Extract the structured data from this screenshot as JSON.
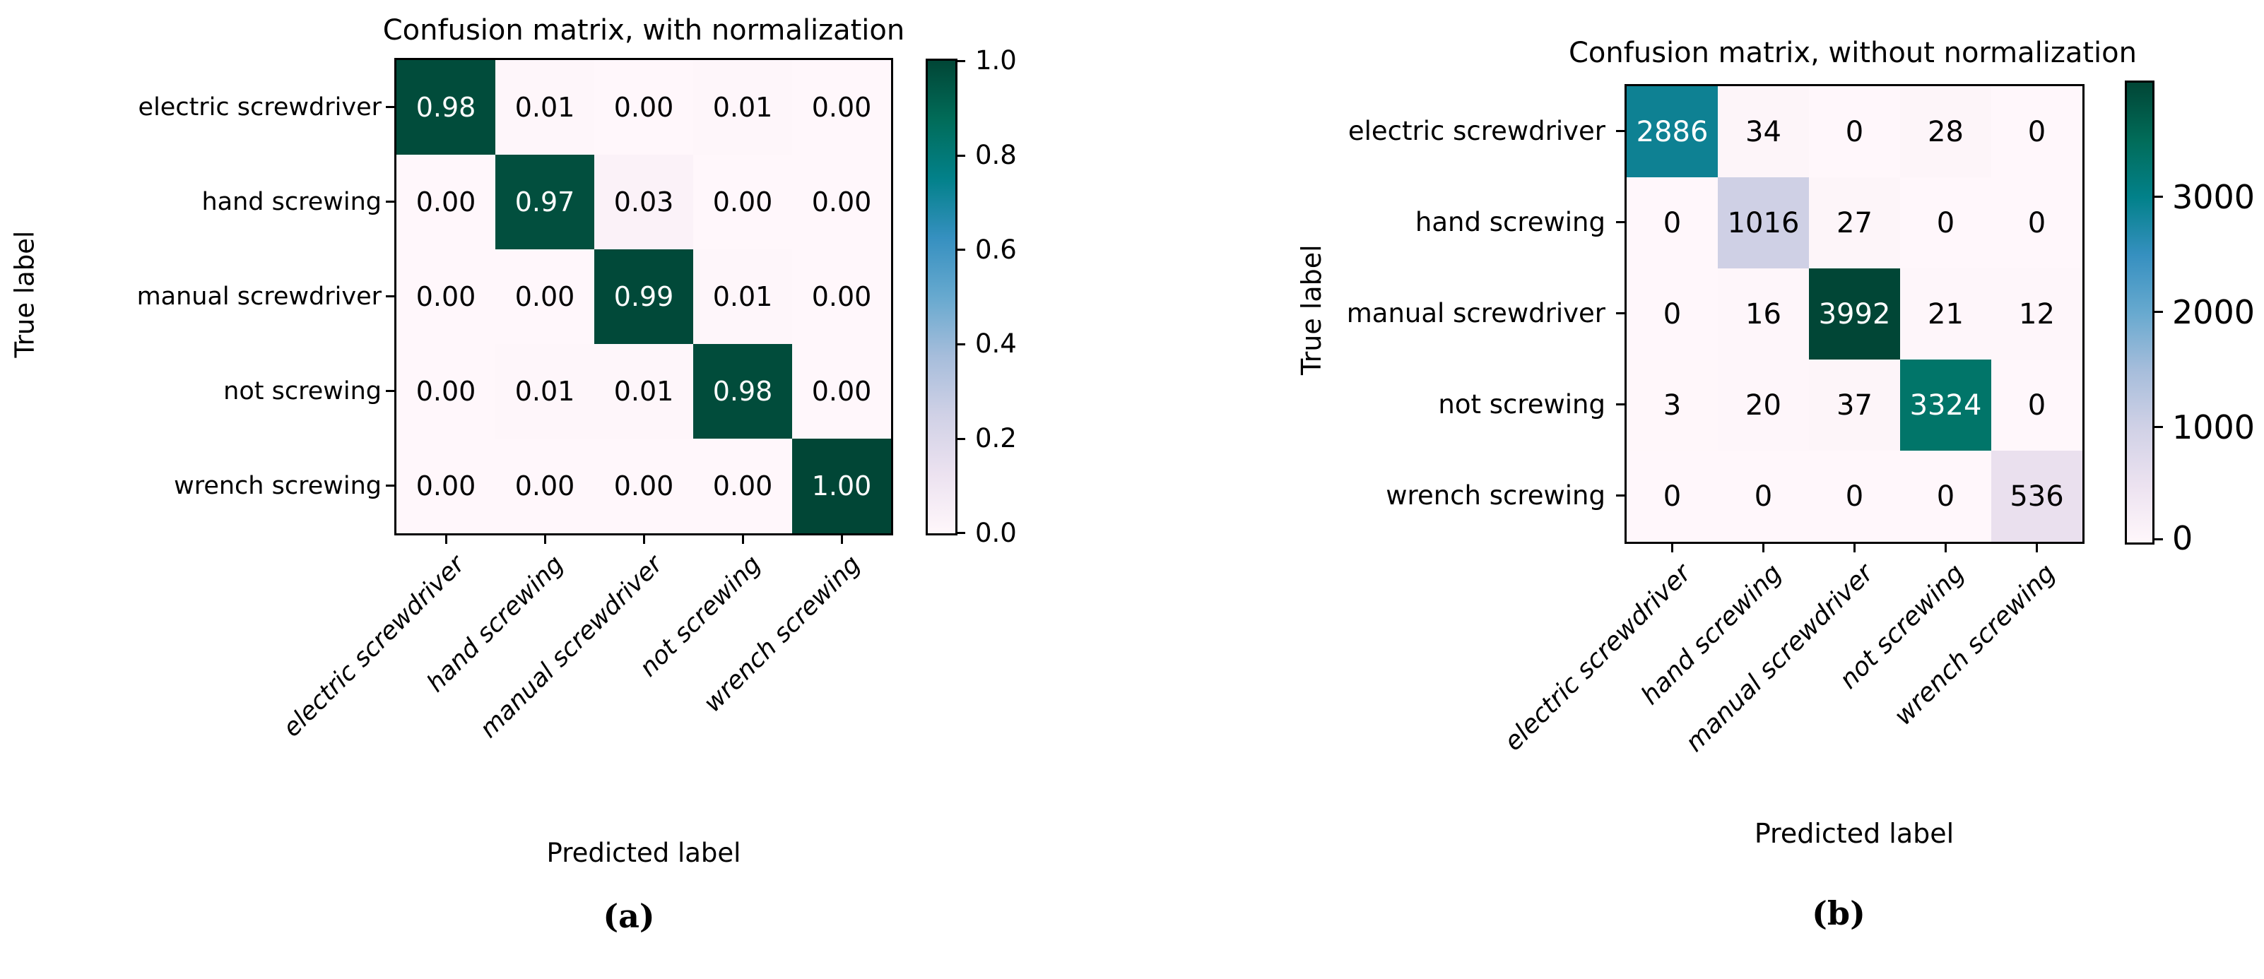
{
  "colormap_stops": [
    "#fff7fb",
    "#ece2f0",
    "#d0d1e6",
    "#a6bddb",
    "#67a9cf",
    "#3690c0",
    "#02818a",
    "#016c59",
    "#014636"
  ],
  "panels": [
    {
      "title": "Confusion matrix, with normalization",
      "xlabel": "Predicted label",
      "ylabel": "True label",
      "caption": "(a)",
      "classes": [
        "electric screwdriver",
        "hand screwing",
        "manual screwdriver",
        "not screwing",
        "wrench screwing"
      ],
      "values": [
        [
          "0.98",
          "0.01",
          "0.00",
          "0.01",
          "0.00"
        ],
        [
          "0.00",
          "0.97",
          "0.03",
          "0.00",
          "0.00"
        ],
        [
          "0.00",
          "0.00",
          "0.99",
          "0.01",
          "0.00"
        ],
        [
          "0.00",
          "0.01",
          "0.01",
          "0.98",
          "0.00"
        ],
        [
          "0.00",
          "0.00",
          "0.00",
          "0.00",
          "1.00"
        ]
      ],
      "bg": [
        [
          "#014c3b",
          "#fef6fa",
          "#fff7fb",
          "#fef6fa",
          "#fff7fb"
        ],
        [
          "#fff7fb",
          "#024f3e",
          "#fbf2f8",
          "#fff7fb",
          "#fff7fb"
        ],
        [
          "#fff7fb",
          "#fff7fb",
          "#014939",
          "#fef6fa",
          "#fff7fb"
        ],
        [
          "#fff7fb",
          "#fef6fa",
          "#fef6fa",
          "#014c3b",
          "#fff7fb"
        ],
        [
          "#fff7fb",
          "#fff7fb",
          "#fff7fb",
          "#fff7fb",
          "#014636"
        ]
      ],
      "fg": [
        [
          "#ffffff",
          "#000000",
          "#000000",
          "#000000",
          "#000000"
        ],
        [
          "#000000",
          "#ffffff",
          "#000000",
          "#000000",
          "#000000"
        ],
        [
          "#000000",
          "#000000",
          "#ffffff",
          "#000000",
          "#000000"
        ],
        [
          "#000000",
          "#000000",
          "#000000",
          "#ffffff",
          "#000000"
        ],
        [
          "#000000",
          "#000000",
          "#000000",
          "#000000",
          "#ffffff"
        ]
      ],
      "colorbar": {
        "ticks": [
          "1.0",
          "0.8",
          "0.6",
          "0.4",
          "0.2",
          "0.0"
        ]
      }
    },
    {
      "title": "Confusion matrix, without normalization",
      "xlabel": "Predicted label",
      "ylabel": "True label",
      "caption": "(b)",
      "classes": [
        "electric screwdriver",
        "hand screwing",
        "manual screwdriver",
        "not screwing",
        "wrench screwing"
      ],
      "values": [
        [
          "2886",
          "34",
          "0",
          "28",
          "0"
        ],
        [
          "0",
          "1016",
          "27",
          "0",
          "0"
        ],
        [
          "0",
          "16",
          "3992",
          "21",
          "12"
        ],
        [
          "3",
          "20",
          "37",
          "3324",
          "0"
        ],
        [
          "0",
          "0",
          "0",
          "0",
          "536"
        ]
      ],
      "bg": [
        [
          "#0e8193",
          "#fdf5f9",
          "#fff7fb",
          "#fdf5f9",
          "#fff7fb"
        ],
        [
          "#fff7fb",
          "#cfd0e5",
          "#fdf5f9",
          "#fff7fb",
          "#fff7fb"
        ],
        [
          "#fff7fb",
          "#fef6fa",
          "#014636",
          "#fef6fa",
          "#fef6fa"
        ],
        [
          "#fff7fa",
          "#fef6fa",
          "#fdf5f9",
          "#017569",
          "#fff7fb"
        ],
        [
          "#fff7fb",
          "#fff7fb",
          "#fff7fb",
          "#fff7fb",
          "#eae0ee"
        ]
      ],
      "fg": [
        [
          "#ffffff",
          "#000000",
          "#000000",
          "#000000",
          "#000000"
        ],
        [
          "#000000",
          "#000000",
          "#000000",
          "#000000",
          "#000000"
        ],
        [
          "#000000",
          "#000000",
          "#ffffff",
          "#000000",
          "#000000"
        ],
        [
          "#000000",
          "#000000",
          "#000000",
          "#ffffff",
          "#000000"
        ],
        [
          "#000000",
          "#000000",
          "#000000",
          "#000000",
          "#000000"
        ]
      ],
      "colorbar": {
        "ticks": [
          "3000",
          "2000",
          "1000",
          "0"
        ]
      }
    }
  ],
  "chart_data": [
    {
      "type": "heatmap",
      "title": "Confusion matrix, with normalization",
      "xlabel": "Predicted label",
      "ylabel": "True label",
      "categories": [
        "electric screwdriver",
        "hand screwing",
        "manual screwdriver",
        "not screwing",
        "wrench screwing"
      ],
      "matrix": [
        [
          0.98,
          0.01,
          0.0,
          0.01,
          0.0
        ],
        [
          0.0,
          0.97,
          0.03,
          0.0,
          0.0
        ],
        [
          0.0,
          0.0,
          0.99,
          0.01,
          0.0
        ],
        [
          0.0,
          0.01,
          0.01,
          0.98,
          0.0
        ],
        [
          0.0,
          0.0,
          0.0,
          0.0,
          1.0
        ]
      ],
      "vmin": 0,
      "vmax": 1.0,
      "colorbar_ticks": [
        0.0,
        0.2,
        0.4,
        0.6,
        0.8,
        1.0
      ],
      "colormap": "PuBuGn",
      "legend_position": "right-colorbar"
    },
    {
      "type": "heatmap",
      "title": "Confusion matrix, without normalization",
      "xlabel": "Predicted label",
      "ylabel": "True label",
      "categories": [
        "electric screwdriver",
        "hand screwing",
        "manual screwdriver",
        "not screwing",
        "wrench screwing"
      ],
      "matrix": [
        [
          2886,
          34,
          0,
          28,
          0
        ],
        [
          0,
          1016,
          27,
          0,
          0
        ],
        [
          0,
          16,
          3992,
          21,
          12
        ],
        [
          3,
          20,
          37,
          3324,
          0
        ],
        [
          0,
          0,
          0,
          0,
          536
        ]
      ],
      "vmin": 0,
      "vmax": 3992,
      "colorbar_ticks": [
        0,
        1000,
        2000,
        3000
      ],
      "colormap": "PuBuGn",
      "legend_position": "right-colorbar"
    }
  ]
}
